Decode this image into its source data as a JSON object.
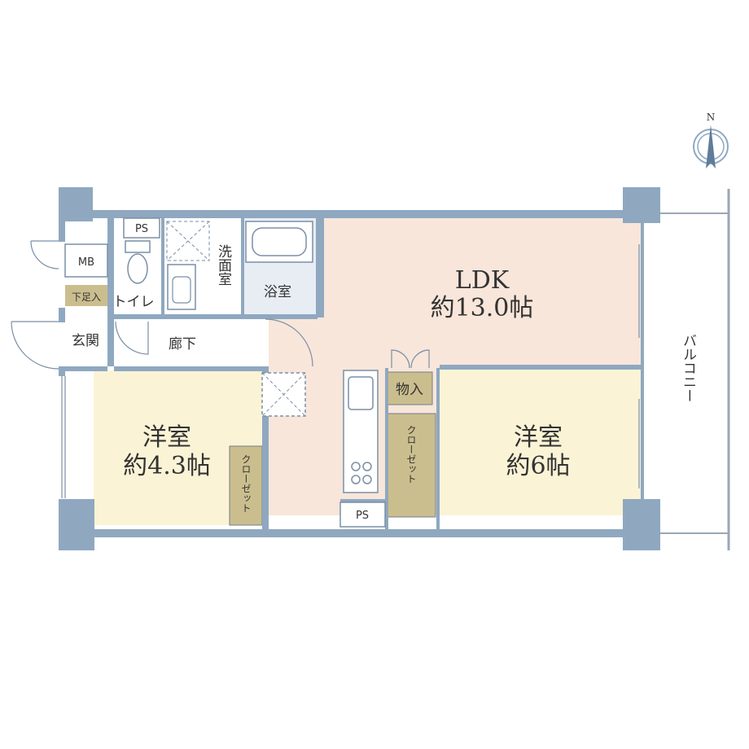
{
  "colors": {
    "wall": "#8fa8c0",
    "ldk_floor": "#f8e6da",
    "bedroom_floor": "#fbf3d6",
    "wet_area_floor": "#e8edf4",
    "storage_fill": "#cbbe8e",
    "line": "#7a8fa6"
  },
  "compass": {
    "north": "N"
  },
  "rooms": {
    "ldk": {
      "name": "LDK",
      "size": "約13.0帖"
    },
    "western_left": {
      "name": "洋室",
      "size": "約4.3帖"
    },
    "western_right": {
      "name": "洋室",
      "size": "約6帖"
    },
    "bath": "浴室",
    "washroom": "洗面室",
    "toilet": "トイレ",
    "corridor": "廊下",
    "entrance": "玄関",
    "shoe_storage": "下足入",
    "mb": "MB",
    "ps_top": "PS",
    "ps_bottom": "PS",
    "storage": "物入",
    "closet_left": "クローゼット",
    "closet_right": "クローゼット",
    "balcony": "バルコニー"
  }
}
